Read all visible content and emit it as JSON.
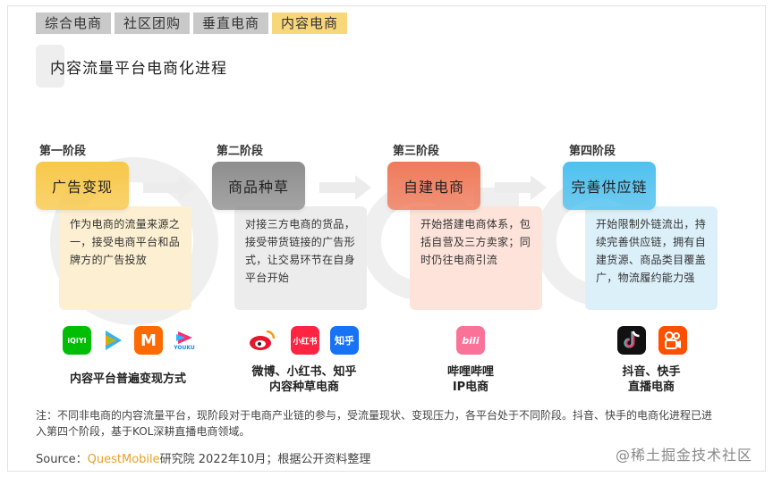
{
  "tabs": [
    {
      "label": "综合电商",
      "active": false
    },
    {
      "label": "社区团购",
      "active": false
    },
    {
      "label": "垂直电商",
      "active": false
    },
    {
      "label": "内容电商",
      "active": true
    }
  ],
  "title": "内容流量平台电商化进程",
  "stages": [
    {
      "label": "第一阶段",
      "name": "广告变现",
      "color": "#f8c84a",
      "desc": "作为电商的流量来源之一，接受电商平台和品牌方的广告投放",
      "platforms_label_1": "内容平台普遍变现方式",
      "platforms_label_2": "",
      "icons": [
        {
          "name": "iqiyi-icon",
          "text": "iQIYI",
          "bg": "#00be06"
        },
        {
          "name": "tencent-video-icon",
          "text": "▶",
          "bg": "#ffffff"
        },
        {
          "name": "mango-tv-icon",
          "text": "M",
          "bg": "#ff6a00"
        },
        {
          "name": "youku-icon",
          "text": "YOUKU",
          "bg": "#ffffff"
        }
      ]
    },
    {
      "label": "第二阶段",
      "name": "商品种草",
      "color": "#8e8e8e",
      "desc": "对接三方电商的货品，接受带货链接的广告形式，让交易环节在自身平台开始",
      "platforms_label_1": "微博、小红书、知乎",
      "platforms_label_2": "内容种草电商",
      "icons": [
        {
          "name": "weibo-icon",
          "text": "◉",
          "bg": "#ffffff"
        },
        {
          "name": "xiaohongshu-icon",
          "text": "小红书",
          "bg": "#ff2442"
        },
        {
          "name": "zhihu-icon",
          "text": "知乎",
          "bg": "#1772f6"
        }
      ]
    },
    {
      "label": "第三阶段",
      "name": "自建电商",
      "color": "#ef7a5a",
      "desc": "开始搭建电商体系，包括自营及三方卖家；同时仍往电商引流",
      "platforms_label_1": "哔哩哔哩",
      "platforms_label_2": "IP电商",
      "icons": [
        {
          "name": "bilibili-icon",
          "text": "bili",
          "bg": "#fb7299"
        }
      ]
    },
    {
      "label": "第四阶段",
      "name": "完善供应链",
      "color": "#4fc1ef",
      "desc": "开始限制外链流出，持续完善供应链，拥有自建货源、商品类目覆盖广，物流履约能力强",
      "platforms_label_1": "抖音、快手",
      "platforms_label_2": "直播电商",
      "icons": [
        {
          "name": "douyin-icon",
          "text": "♪",
          "bg": "#111111"
        },
        {
          "name": "kuaishou-icon",
          "text": "▶",
          "bg": "#ff5000"
        }
      ]
    }
  ],
  "note": "注：不同非电商的内容流量平台，现阶段对于电商产业链的参与，受流量现状、变现压力，各平台处于不同阶段。抖音、快手的电商化进程已进入第四个阶段，基于KOL深耕直播电商领域。",
  "source": {
    "prefix": "Source：",
    "brand": "QuestMobile",
    "suffix": "研究院 2022年10月；根据公开资料整理"
  },
  "watermark_site": "@稀土掘金技术社区"
}
